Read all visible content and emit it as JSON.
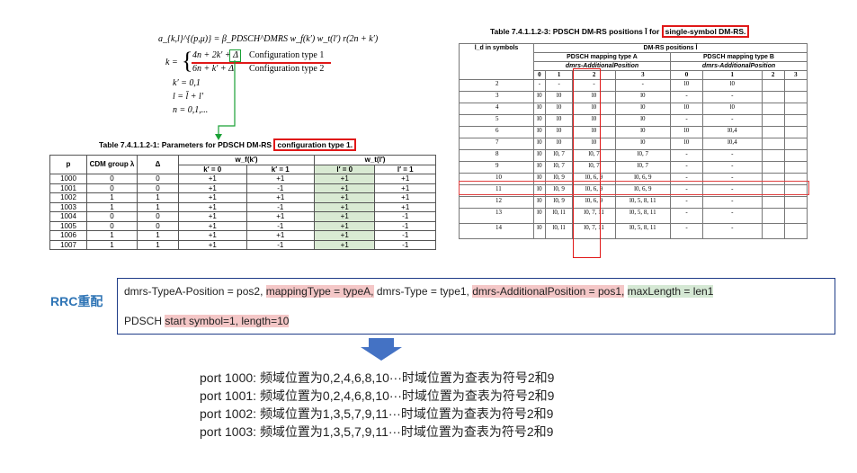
{
  "formula": {
    "line1": "a_{k,l}^{(p,μ)} = β_PDSCH^DMRS w_f(k′) w_t(l′) r(2n + k′)",
    "k_lhs": "k =",
    "case1_expr": "4n + 2k′ + Δ",
    "case1_label": "Configuration type 1",
    "case2_expr": "6n + k′ + Δ",
    "case2_label": "Configuration type 2",
    "kprime": "k′ = 0,1",
    "l_def": "l = l̄ + l′",
    "n_def": "n = 0,1,..."
  },
  "table1": {
    "title_prefix": "Table 7.4.1.1.2-1: Parameters for PDSCH DM-RS ",
    "title_highlight": "configuration type 1.",
    "headers": [
      "p",
      "CDM group λ",
      "Δ",
      "w_f(k′)",
      "w_t(l′)"
    ],
    "subheaders": [
      "k′ = 0",
      "k′ = 1",
      "l′ = 0",
      "l′ = 1"
    ],
    "rows": [
      [
        "1000",
        "0",
        "0",
        "+1",
        "+1",
        "+1",
        "+1"
      ],
      [
        "1001",
        "0",
        "0",
        "+1",
        "-1",
        "+1",
        "+1"
      ],
      [
        "1002",
        "1",
        "1",
        "+1",
        "+1",
        "+1",
        "+1"
      ],
      [
        "1003",
        "1",
        "1",
        "+1",
        "-1",
        "+1",
        "+1"
      ],
      [
        "1004",
        "0",
        "0",
        "+1",
        "+1",
        "+1",
        "-1"
      ],
      [
        "1005",
        "0",
        "0",
        "+1",
        "-1",
        "+1",
        "-1"
      ],
      [
        "1006",
        "1",
        "1",
        "+1",
        "+1",
        "+1",
        "-1"
      ],
      [
        "1007",
        "1",
        "1",
        "+1",
        "-1",
        "+1",
        "-1"
      ]
    ]
  },
  "table2": {
    "title_prefix": "Table 7.4.1.1.2-3: PDSCH DM-RS positions l̄ for ",
    "title_highlight": "single-symbol DM-RS.",
    "col0": "l_d in symbols",
    "group": "DM-RS positions l̄",
    "typeA": "PDSCH mapping type A",
    "typeB": "PDSCH mapping type B",
    "addpos": "dmrs-AdditionalPosition",
    "idx": [
      "0",
      "1",
      "2",
      "3",
      "0",
      "1",
      "2",
      "3"
    ],
    "rows": [
      [
        "2",
        "-",
        "-",
        "-",
        "-",
        "l0",
        "l0",
        "",
        ""
      ],
      [
        "3",
        "l0",
        "l0",
        "l0",
        "l0",
        "-",
        "-",
        "",
        ""
      ],
      [
        "4",
        "l0",
        "l0",
        "l0",
        "l0",
        "l0",
        "l0",
        "",
        ""
      ],
      [
        "5",
        "l0",
        "l0",
        "l0",
        "l0",
        "-",
        "-",
        "",
        ""
      ],
      [
        "6",
        "l0",
        "l0",
        "l0",
        "l0",
        "l0",
        "l0,4",
        "",
        ""
      ],
      [
        "7",
        "l0",
        "l0",
        "l0",
        "l0",
        "l0",
        "l0,4",
        "",
        ""
      ],
      [
        "8",
        "l0",
        "l0, 7",
        "l0, 7",
        "l0, 7",
        "-",
        "-",
        "",
        ""
      ],
      [
        "9",
        "l0",
        "l0, 7",
        "l0, 7",
        "l0, 7",
        "-",
        "-",
        "",
        ""
      ],
      [
        "10",
        "l0",
        "l0, 9",
        "l0, 6, 9",
        "l0, 6, 9",
        "-",
        "-",
        "",
        ""
      ],
      [
        "11",
        "l0",
        "l0, 9",
        "l0, 6, 9",
        "l0, 6, 9",
        "-",
        "-",
        "",
        ""
      ],
      [
        "12",
        "l0",
        "l0, 9",
        "l0, 6, 9",
        "l0, 5, 8, 11",
        "-",
        "-",
        "",
        ""
      ],
      [
        "13",
        "l0",
        "l0, l1",
        "l0, 7, 11",
        "l0, 5, 8, 11",
        "-",
        "-",
        "",
        ""
      ],
      [
        "14",
        "l0",
        "l0, l1",
        "l0, 7, 11",
        "l0, 5, 8, 11",
        "-",
        "-",
        "",
        ""
      ]
    ]
  },
  "rrc": {
    "label": "RRC重配",
    "l1_a": "dmrs-TypeA-Position = pos2,",
    "l1_b": "mappingType = typeA,",
    "l1_c": "dmrs-Type = type1,",
    "l1_d": "dmrs-AdditionalPosition = pos1,",
    "l1_e": "maxLength = len1",
    "l2_a": "PDSCH",
    "l2_b": "start symbol=1, length=10"
  },
  "colors": {
    "arrow": "#4472c4",
    "highlight_red": "#e01818",
    "highlight_green": "#19a035",
    "rrc_label": "#2e74b5"
  },
  "output": [
    "port 1000: 频域位置为0,2,4,6,8,10···时域位置为查表为符号2和9",
    "port 1001: 频域位置为0,2,4,6,8,10···时域位置为查表为符号2和9",
    "port 1002: 频域位置为1,3,5,7,9,11···时域位置为查表为符号2和9",
    "port 1003: 频域位置为1,3,5,7,9,11···时域位置为查表为符号2和9"
  ]
}
